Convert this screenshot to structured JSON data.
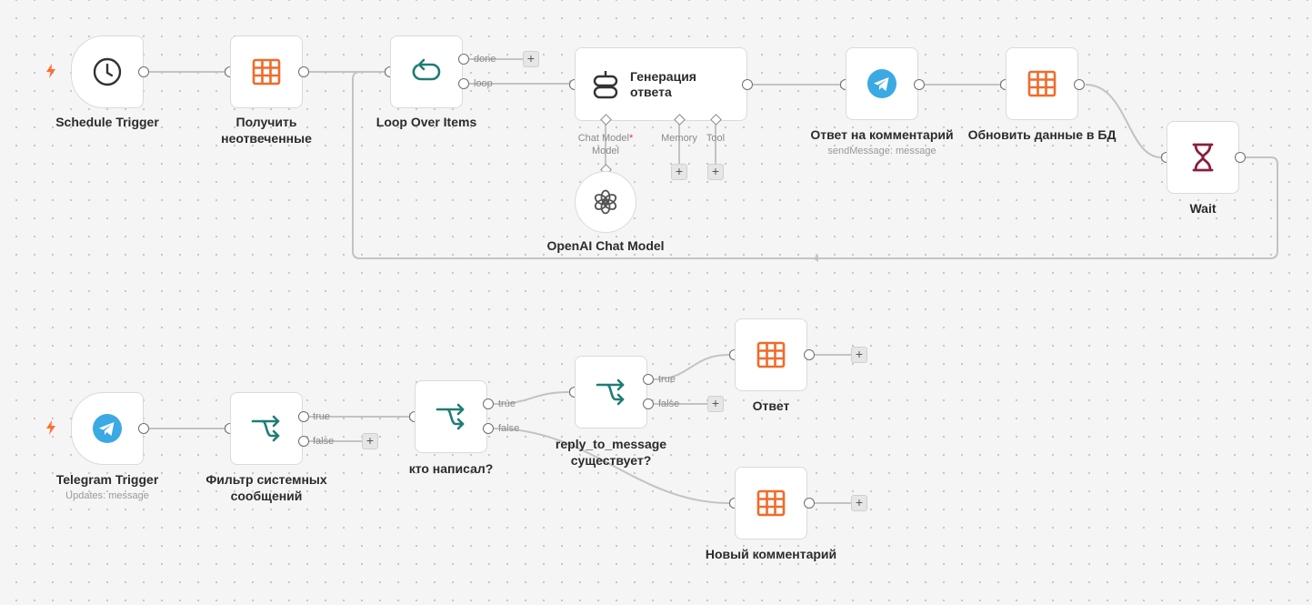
{
  "workflow": {
    "nodes": {
      "schedule_trigger": {
        "label": "Schedule Trigger"
      },
      "get_unanswered": {
        "label_line1": "Получить",
        "label_line2": "неотвеченные"
      },
      "loop_over_items": {
        "label": "Loop Over Items",
        "output_done": "done",
        "output_loop": "loop"
      },
      "generate_reply": {
        "label_line1": "Генерация",
        "label_line2": "ответа",
        "sub_chat_model": "Chat Model",
        "sub_required_mark": "*",
        "sub_model": "Model",
        "sub_memory": "Memory",
        "sub_tool": "Tool"
      },
      "openai_chat_model": {
        "label": "OpenAI Chat Model"
      },
      "reply_to_comment": {
        "label": "Ответ на комментарий",
        "subtitle": "sendMessage: message"
      },
      "update_db": {
        "label": "Обновить данные в БД"
      },
      "wait": {
        "label": "Wait"
      },
      "telegram_trigger": {
        "label": "Telegram Trigger",
        "subtitle": "Updates: message"
      },
      "filter_system": {
        "label_line1": "Фильтр системных",
        "label_line2": "сообщений",
        "output_true": "true",
        "output_false": "false"
      },
      "who_wrote": {
        "label": "кто написал?",
        "output_true": "true",
        "output_false": "false"
      },
      "reply_exists": {
        "label_line1": "reply_to_message",
        "label_line2": "существует?",
        "output_true": "true",
        "output_false": "false"
      },
      "answer": {
        "label": "Ответ"
      },
      "new_comment": {
        "label": "Новый комментарий"
      }
    },
    "plus_symbol": "+",
    "icons": {
      "trigger": "lightning-bolt-icon",
      "schedule": "clock-icon",
      "sheet": "table-grid-icon",
      "loop": "loop-arrows-icon",
      "agent": "robot-icon",
      "openai": "openai-logo-icon",
      "telegram": "telegram-icon",
      "wait": "hourglass-icon",
      "if": "branch-arrows-icon"
    },
    "colors": {
      "edge": "#c3c3c3",
      "sheet_orange": "#ef6c2b",
      "loop_teal": "#1f7d74",
      "telegram_blue": "#3ba9e3",
      "wait_maroon": "#8a1e3c",
      "trigger_orange": "#ff6d2d",
      "required_red": "#e0354e"
    }
  }
}
